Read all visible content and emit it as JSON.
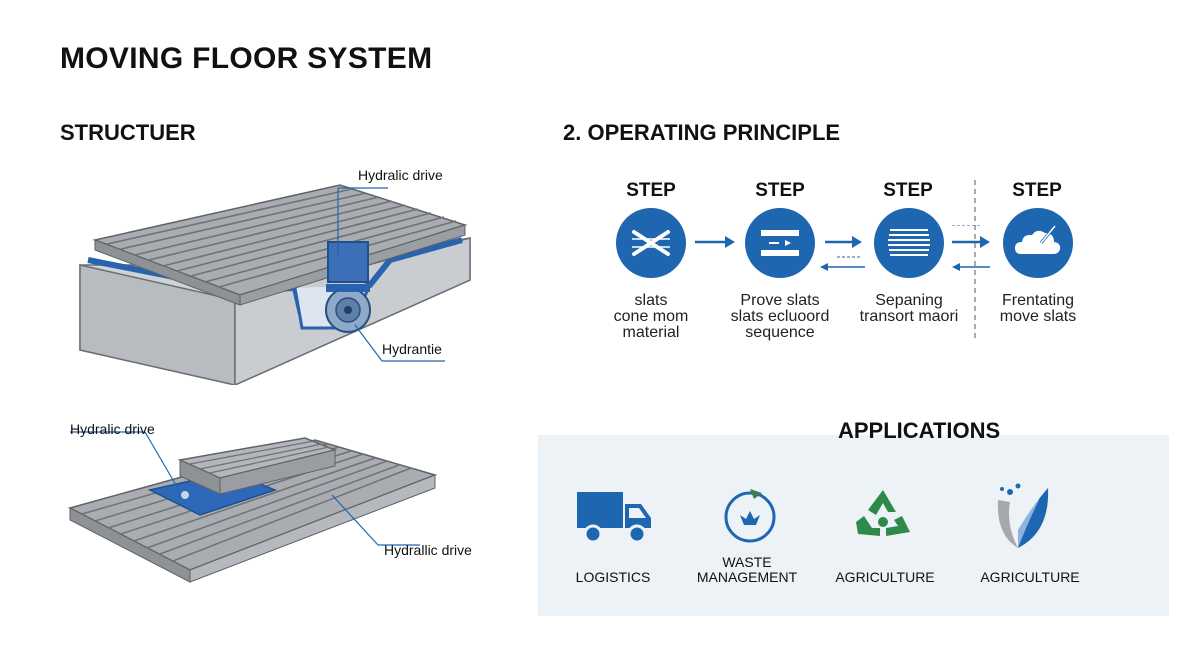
{
  "title": "MOVING FLOOR SYSTEM",
  "structure": {
    "heading": "STRUCTUER",
    "callouts": {
      "top_drive": "Hydralic drive",
      "top_hydrantie": "Hydrantie",
      "bottom_drive_left": "Hydralic drive",
      "bottom_drive_right": "Hydrallic drive"
    }
  },
  "operating": {
    "heading": "2. OPERATING PRINCIPLE",
    "steps": [
      {
        "title": "STEP",
        "icon": "crossed-slats-icon",
        "desc": [
          "slats",
          "cone mom",
          "material"
        ]
      },
      {
        "title": "STEP",
        "icon": "slat-sequence-icon",
        "desc": [
          "Prove slats",
          "slats ecluoord",
          "sequence"
        ]
      },
      {
        "title": "STEP",
        "icon": "slats-stack-icon",
        "desc": [
          "Sepaning",
          "transort maori",
          ""
        ]
      },
      {
        "title": "STEP",
        "icon": "cloud-tool-icon",
        "desc": [
          "Frentating",
          "move slats",
          ""
        ]
      }
    ]
  },
  "applications": {
    "heading": "APPLICATIONS",
    "items": [
      {
        "icon": "truck-icon",
        "label": [
          "LOGISTICS"
        ]
      },
      {
        "icon": "waste-icon",
        "label": [
          "WASTE",
          "MANAGEMENT"
        ]
      },
      {
        "icon": "recycle-icon",
        "label": [
          "AGRICULTURE"
        ]
      },
      {
        "icon": "leaf-drops-icon",
        "label": [
          "AGRICULTURE"
        ]
      }
    ]
  },
  "colors": {
    "accent": "#1f66b1",
    "panel": "#edf2f6",
    "green": "#2f8a4a",
    "slat": "#a9adb2"
  }
}
